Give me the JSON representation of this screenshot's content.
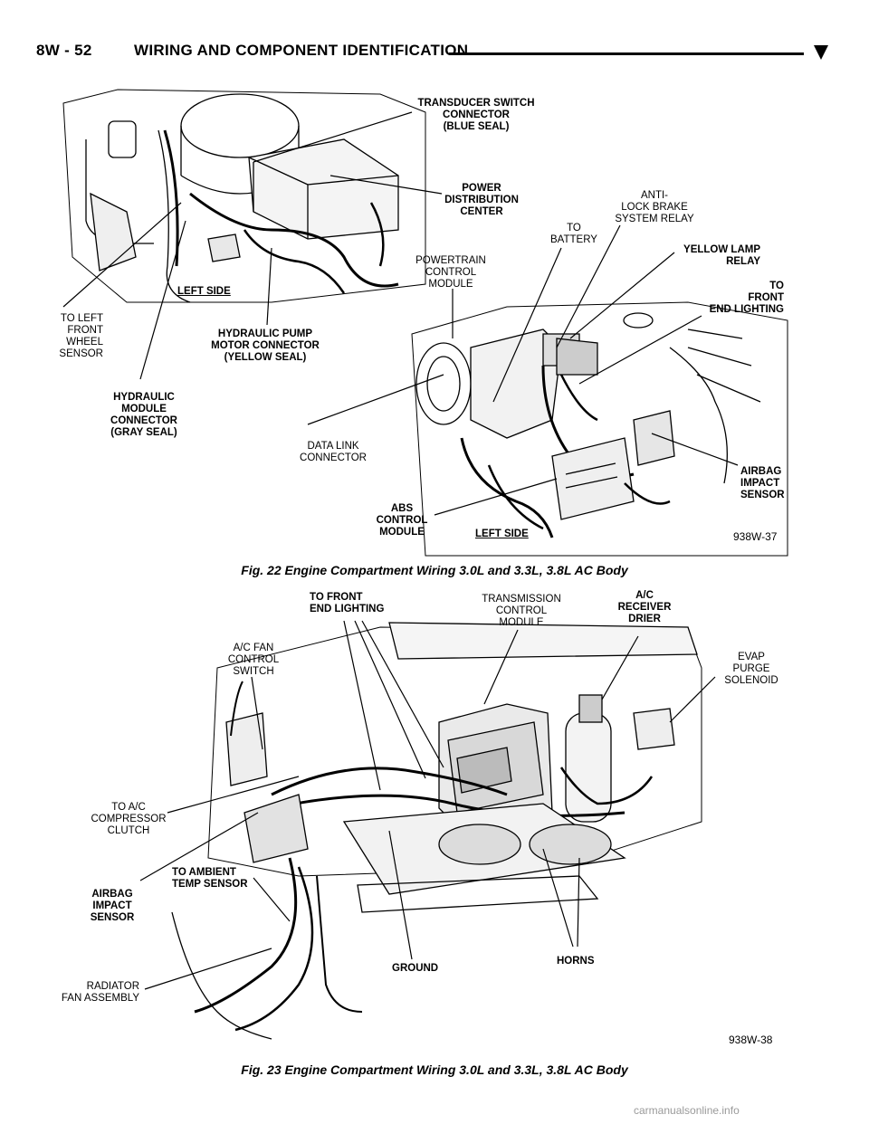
{
  "header": {
    "page_number": "8W - 52",
    "title": "WIRING AND COMPONENT IDENTIFICATION"
  },
  "figure22": {
    "labels": {
      "transducer": "TRANSDUCER SWITCH\nCONNECTOR\n(BLUE SEAL)",
      "pdc": "POWER\nDISTRIBUTION\nCENTER",
      "antilock": "ANTI-\nLOCK BRAKE\nSYSTEM RELAY",
      "battery": "TO\nBATTERY",
      "yellow_lamp": "YELLOW LAMP\nRELAY",
      "front_lighting": "TO\nFRONT\nEND LIGHTING",
      "pcm": "POWERTRAIN\nCONTROL\nMODULE",
      "left_side_1": "LEFT SIDE",
      "wheel_sensor": "TO LEFT\nFRONT\nWHEEL\nSENSOR",
      "pump_connector": "HYDRAULIC PUMP\nMOTOR CONNECTOR\n(YELLOW SEAL)",
      "hyd_module": "HYDRAULIC\nMODULE\nCONNECTOR\n(GRAY SEAL)",
      "data_link": "DATA LINK\nCONNECTOR",
      "airbag": "AIRBAG\nIMPACT\nSENSOR",
      "abs": "ABS\nCONTROL\nMODULE",
      "left_side_2": "LEFT SIDE",
      "code": "938W-37"
    },
    "caption": "Fig. 22 Engine Compartment Wiring 3.0L and 3.3L, 3.8L AC Body"
  },
  "figure23": {
    "labels": {
      "front_lighting": "TO FRONT\nEND LIGHTING",
      "tcm": "TRANSMISSION\nCONTROL\nMODULE",
      "receiver": "A/C\nRECEIVER\nDRIER",
      "evap": "EVAP\nPURGE\nSOLENOID",
      "fan_switch": "A/C FAN\nCONTROL\nSWITCH",
      "compressor": "TO A/C\nCOMPRESSOR\nCLUTCH",
      "ambient": "TO AMBIENT\nTEMP SENSOR",
      "airbag": "AIRBAG\nIMPACT\nSENSOR",
      "radiator": "RADIATOR\nFAN ASSEMBLY",
      "ground": "GROUND",
      "horns": "HORNS",
      "code": "938W-38"
    },
    "caption": "Fig. 23 Engine Compartment Wiring 3.0L and 3.3L, 3.8L AC Body"
  },
  "watermark": "carmanualsonline.info"
}
